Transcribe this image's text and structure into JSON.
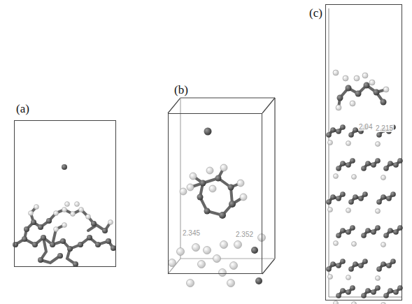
{
  "diagram": {
    "nodes": [
      {
        "text": [
          "(a)"
        ]
      },
      {
        "text": [
          "(b)"
        ]
      },
      {
        "text": [
          "(c)"
        ]
      }
    ],
    "labels": [
      "2.345",
      "2.352",
      "2.04",
      "2.215"
    ]
  }
}
